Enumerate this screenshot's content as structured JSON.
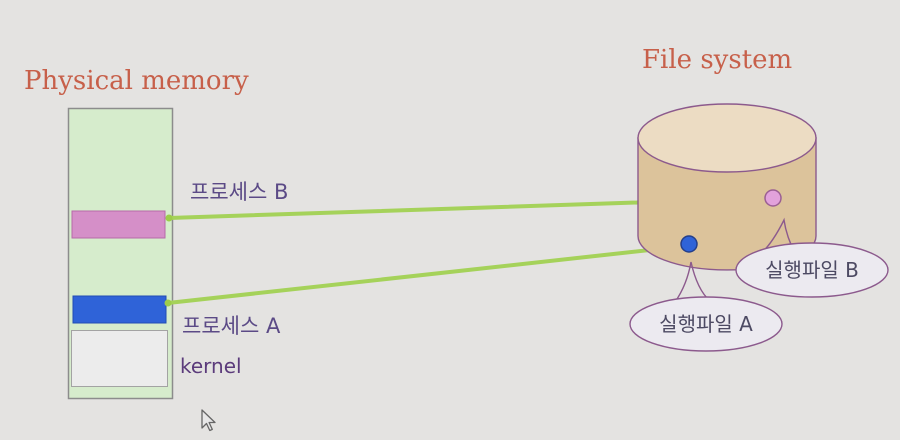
{
  "memory": {
    "title": "Physical memory",
    "process_b_label": "프로세스 B",
    "process_a_label": "프로세스 A",
    "kernel_label": "kernel"
  },
  "file_system": {
    "title": "File system",
    "exec_file_b": "실행파일 B",
    "exec_file_a": "실행파일 A"
  },
  "colors": {
    "background": "#e4e3e1",
    "memory_fill": "#d6eccc",
    "process_b": "#d58fc8",
    "process_a": "#2f63d8",
    "kernel_fill": "#ececec",
    "mapping_line": "#a5d25a",
    "cylinder_side": "#dcc39b",
    "cylinder_top": "#ecdcc3",
    "cylinder_outline": "#8c5a8d",
    "title_text": "#c7604a",
    "label_text": "#5b4a86"
  },
  "icons": {
    "pointer": "mouse-cursor-icon"
  }
}
